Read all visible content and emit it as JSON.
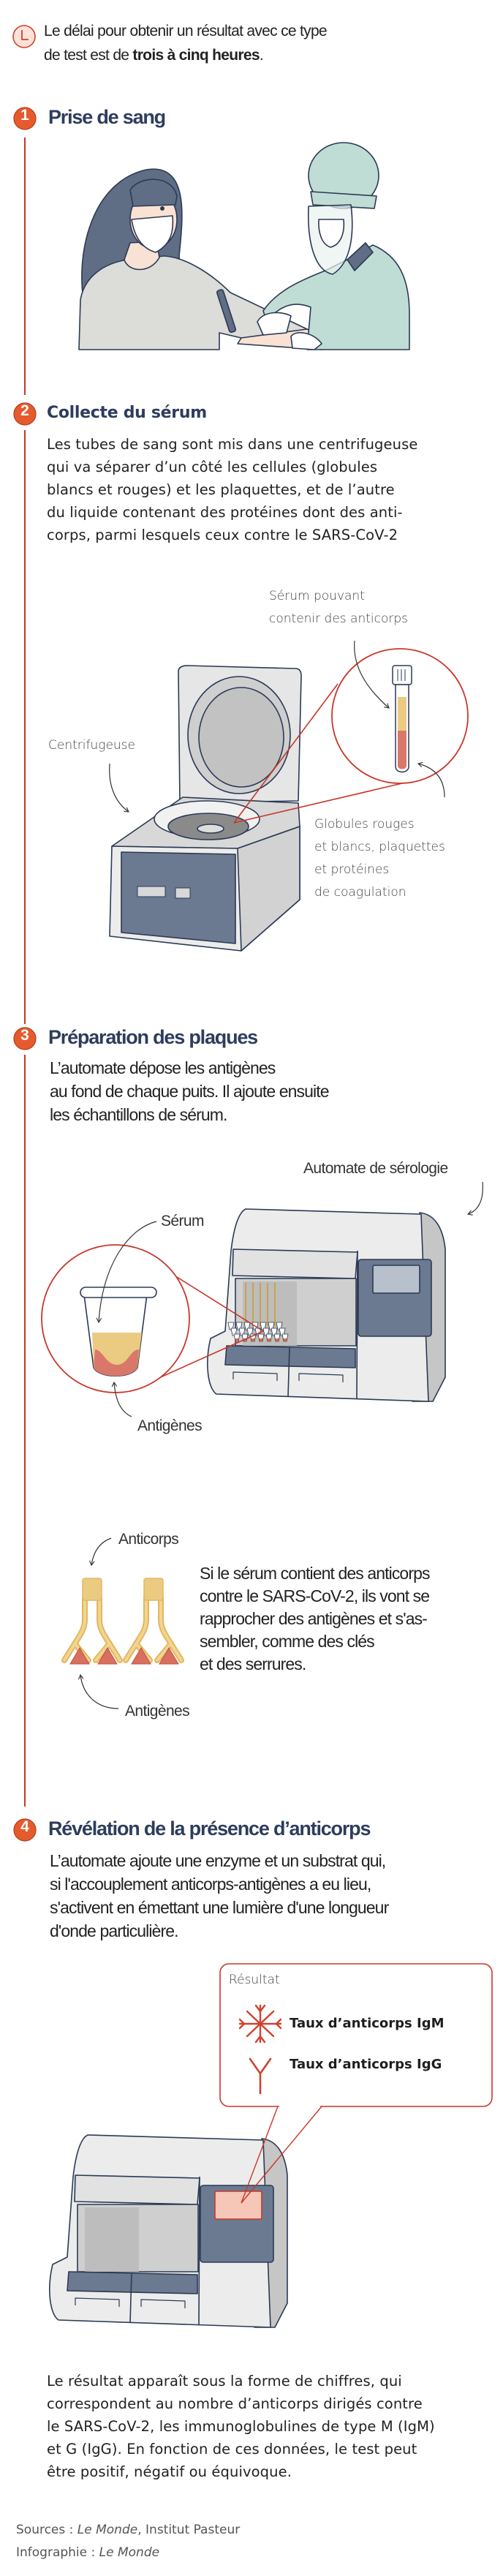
{
  "intro": {
    "line1": "Le délai pour obtenir un résultat avec ce type",
    "line2_before": "de test est de ",
    "line2_bold": "trois à cinq heures",
    "line2_after": "."
  },
  "steps": [
    {
      "number": "1",
      "title": "Prise de sang"
    },
    {
      "number": "2",
      "title": "Collecte du sérum",
      "lines": [
        "Les tubes de sang sont mis dans une centrifugeuse",
        "qui va séparer d’un côté les cellules (globules",
        "blancs et rouges) et les plaquettes, et de l’autre",
        "du liquide contenant des protéines dont des anti-",
        "corps, parmi lesquels ceux contre le SARS-CoV-2"
      ],
      "label_serum": [
        "Sérum pouvant",
        "contenir des anticorps"
      ],
      "label_centrifuge": "Centrifugeuse",
      "label_globules": [
        "Globules rouges",
        "et blancs, plaquettes",
        "et protéines",
        "de coagulation"
      ]
    },
    {
      "number": "3",
      "title": "Préparation des plaques",
      "lines": [
        "L’automate dépose les antigènes",
        "au fond de chaque puits. Il ajoute ensuite",
        "les échantillons de sérum."
      ],
      "label_automate": "Automate de sérologie",
      "label_serum": "Sérum",
      "label_antigenes": "Antigènes",
      "label_anticorps": "Anticorps",
      "label_antigenes_2": "Antigènes",
      "explain_lines": [
        "Si le sérum contient des anticorps",
        "contre le SARS-CoV-2, ils vont se",
        "rapprocher des antigènes et s'as-",
        "sembler, comme des clés",
        "et des serrures."
      ]
    },
    {
      "number": "4",
      "title": "Révélation de la présence d’anticorps",
      "lines": [
        "L’automate ajoute une enzyme et un substrat qui,",
        "si l'accouplement anticorps-antigènes a eu lieu,",
        "s'activent en émettant une lumière d'une longueur",
        "d'onde particulière."
      ],
      "result": {
        "title": "Résultat",
        "igm": "Taux d’anticorps IgM",
        "igg": "Taux d’anticorps IgG"
      },
      "conclusion_lines": [
        "Le résultat apparaît sous la forme de chiffres, qui",
        "correspondent au nombre d’anticorps dirigés contre",
        "le SARS-CoV-2, les immunoglobulines de type M (IgM)",
        "et G (IgG). En fonction de ces données, le test peut",
        "être positif, négatif ou équivoque."
      ]
    }
  ],
  "sources": {
    "sources_label": "Sources : ",
    "sources_italic": "Le Monde",
    "sources_rest": ", Institut Pasteur",
    "infographie_label": "Infographie : ",
    "infographie_italic": "Le Monde"
  },
  "colors": {
    "accent": "#e55b2d",
    "line": "#c8372a",
    "heading": "#2e3d5c",
    "serum": "#ebcb82",
    "blood": "#d9786a"
  }
}
